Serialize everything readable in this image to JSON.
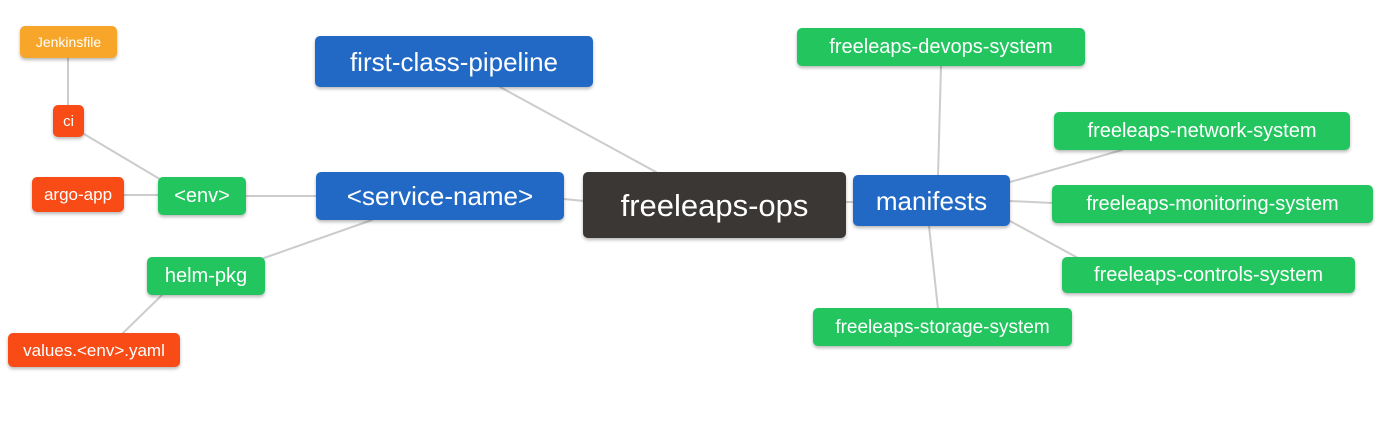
{
  "colors": {
    "root_dark": "#3b3735",
    "branch_blue": "#2169c5",
    "leaf_green": "#22c55e",
    "leaf_orange": "#f8a62a",
    "leaf_red": "#f84b16",
    "edge_gray": "#cccccc",
    "node_text": "#ffffff",
    "background": "#ffffff"
  },
  "nodes": [
    {
      "id": "jenkinsfile",
      "label": "Jenkinsfile",
      "color": "#f8a62a",
      "parent": "ci"
    },
    {
      "id": "ci",
      "label": "ci",
      "color": "#f84b16",
      "parent": "env"
    },
    {
      "id": "argo-app",
      "label": "argo-app",
      "color": "#f84b16",
      "parent": "env"
    },
    {
      "id": "env",
      "label": "<env>",
      "color": "#22c55e",
      "parent": "service-name"
    },
    {
      "id": "helm-pkg",
      "label": "helm-pkg",
      "color": "#22c55e",
      "parent": "service-name"
    },
    {
      "id": "values-env-yaml",
      "label": "values.<env>.yaml",
      "color": "#f84b16",
      "parent": "helm-pkg"
    },
    {
      "id": "service-name",
      "label": "<service-name>",
      "color": "#2169c5",
      "parent": "freeleaps-ops"
    },
    {
      "id": "first-class-pipeline",
      "label": "first-class-pipeline",
      "color": "#2169c5",
      "parent": "freeleaps-ops"
    },
    {
      "id": "freeleaps-ops",
      "label": "freeleaps-ops",
      "color": "#3b3735",
      "parent": null
    },
    {
      "id": "manifests",
      "label": "manifests",
      "color": "#2169c5",
      "parent": "freeleaps-ops"
    },
    {
      "id": "freeleaps-devops-system",
      "label": "freeleaps-devops-system",
      "color": "#22c55e",
      "parent": "manifests"
    },
    {
      "id": "freeleaps-network-system",
      "label": "freeleaps-network-system",
      "color": "#22c55e",
      "parent": "manifests"
    },
    {
      "id": "freeleaps-monitoring-system",
      "label": "freeleaps-monitoring-system",
      "color": "#22c55e",
      "parent": "manifests"
    },
    {
      "id": "freeleaps-controls-system",
      "label": "freeleaps-controls-system",
      "color": "#22c55e",
      "parent": "manifests"
    },
    {
      "id": "freeleaps-storage-system",
      "label": "freeleaps-storage-system",
      "color": "#22c55e",
      "parent": "manifests"
    }
  ],
  "edges": [
    [
      "jenkinsfile",
      "ci"
    ],
    [
      "ci",
      "env"
    ],
    [
      "argo-app",
      "env"
    ],
    [
      "env",
      "service-name"
    ],
    [
      "helm-pkg",
      "service-name"
    ],
    [
      "values-env-yaml",
      "helm-pkg"
    ],
    [
      "first-class-pipeline",
      "freeleaps-ops"
    ],
    [
      "service-name",
      "freeleaps-ops"
    ],
    [
      "freeleaps-ops",
      "manifests"
    ],
    [
      "manifests",
      "freeleaps-devops-system"
    ],
    [
      "manifests",
      "freeleaps-network-system"
    ],
    [
      "manifests",
      "freeleaps-monitoring-system"
    ],
    [
      "manifests",
      "freeleaps-controls-system"
    ],
    [
      "manifests",
      "freeleaps-storage-system"
    ]
  ]
}
